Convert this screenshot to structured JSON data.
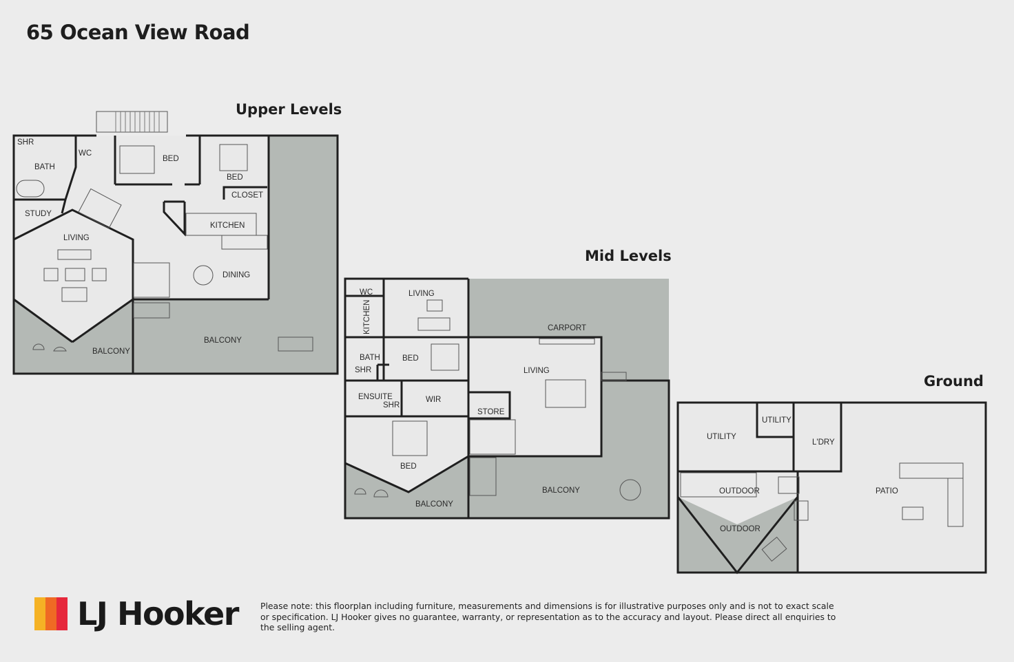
{
  "title": "65 Ocean View Road",
  "levels": {
    "upper": "Upper Levels",
    "mid": "Mid Levels",
    "ground": "Ground"
  },
  "rooms": {
    "upper": {
      "shr": "SHR",
      "bath": "BATH",
      "wc": "WC",
      "bed1": "BED",
      "bed2": "BED",
      "closet": "CLOSET",
      "study": "STUDY",
      "living": "LIVING",
      "kitchen": "KITCHEN",
      "dining": "DINING",
      "balcony1": "BALCONY",
      "balcony2": "BALCONY"
    },
    "mid": {
      "wc": "WC",
      "living1": "LIVING",
      "kitchen": "KITCHEN",
      "carport": "CARPORT",
      "bath": "BATH",
      "bed1": "BED",
      "shr1": "SHR",
      "living2": "LIVING",
      "ensuite": "ENSUITE",
      "shr2": "SHR",
      "wir": "WIR",
      "store": "STORE",
      "bed2": "BED",
      "balcony1": "BALCONY",
      "balcony2": "BALCONY"
    },
    "ground": {
      "utility1": "UTILITY",
      "utility2": "UTILITY",
      "ldry": "L'DRY",
      "outdoor1": "OUTDOOR",
      "outdoor2": "OUTDOOR",
      "patio": "PATIO"
    }
  },
  "brand": {
    "name": "LJ Hooker",
    "colors": [
      "#f5b225",
      "#ef6a24",
      "#e6283c"
    ]
  },
  "disclaimer": "Please note: this floorplan including furniture, measurements and dimensions is for illustrative purposes only and is not to exact scale or specification. LJ Hooker gives no guarantee, warranty, or representation as to the accuracy and layout. Please direct all enquiries to the selling agent."
}
